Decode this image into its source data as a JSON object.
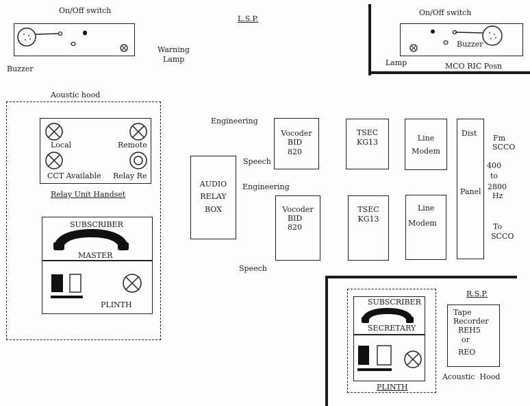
{
  "top_left": {
    "switch_label": "On/Off switch",
    "buzzer_label": "Buzzer",
    "warning_lamp": [
      "Warning",
      "Lamp"
    ]
  },
  "lsp_title": "L.S.P.",
  "top_right": {
    "switch_label": "On/Off switch",
    "buzzer_label": "Buzzer",
    "lamp_label": "Lamp",
    "position_label": "MCO RIC Posn"
  },
  "hood": {
    "title": "Aoustic hood",
    "relay_lamps": {
      "local": "Local",
      "remote": "Remote",
      "cct": "CCT Available",
      "relay": "Relay Re"
    },
    "relay_caption": "Relay Unit Handset",
    "subscriber": "SUBSCRIBER",
    "master": "MASTER",
    "plinth": "PLINTH"
  },
  "audio_box": [
    "AUDIO",
    "RELAY",
    "BOX"
  ],
  "upper_chain": {
    "engineering": "Engineering",
    "speech": "Speech",
    "vocoder": [
      "Vocoder",
      "BID",
      "820"
    ],
    "tsec": [
      "TSEC",
      "KG13"
    ],
    "modem": [
      "Line",
      "Modem"
    ]
  },
  "lower_chain": {
    "engineering": "Engineering",
    "speech": "Speech",
    "vocoder": [
      "Vocoder",
      "BID",
      "820"
    ],
    "tsec": [
      "TSEC",
      "KG13"
    ],
    "modem": [
      "Line",
      "Modem"
    ]
  },
  "dist_panel": {
    "top": "Dist",
    "mid": "Panel"
  },
  "right_notes": {
    "fm": [
      "Fm",
      "SCCO"
    ],
    "freq": [
      "400",
      "to",
      "2800",
      "Hz"
    ],
    "to": [
      "To",
      "SCCO"
    ]
  },
  "rsp": {
    "title": "R.S.P.",
    "subscriber": "SUBSCRIBER",
    "secretary": "SECRETARY",
    "plinth": "PLINTH",
    "tape": [
      "Tape",
      "Recorder",
      "REH5",
      "or",
      "REO"
    ],
    "acoustic": "Acoustic  Hood"
  }
}
